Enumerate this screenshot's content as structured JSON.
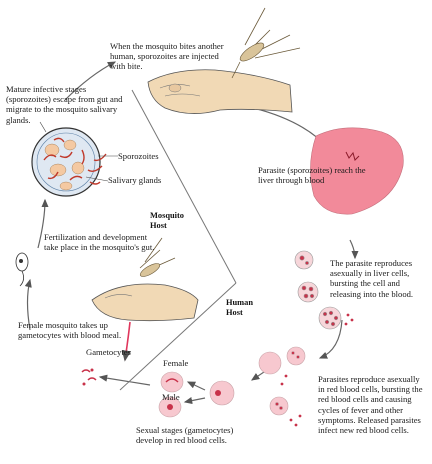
{
  "labels": {
    "bite": "When the mosquito bites another human, sporozoites are injected with bite.",
    "mature": "Mature infective stages (sporozoites) escape from gut and migrate to the mosquito salivary glands.",
    "sporozoites": "Sporozoites",
    "salivary": "Salivary glands",
    "liver": "Parasite (sporozoites) reach the liver through blood",
    "mosquito_host": "Mosquito Host",
    "human_host": "Human Host",
    "fertilization": "Fertilization and development take place in the mosquito's gut.",
    "liver_repro": "The parasite reproduces asexually in liver cells, bursting the cell and releasing into the blood.",
    "female_mosquito": "Female mosquito takes up gametocytes with blood meal.",
    "gametocytes": "Gametocytes",
    "female": "Female",
    "male": "Male",
    "rbc_repro": "Parasites reproduce asexually in red blood cells, bursting the red blood cells and causing cycles of fever and other symptoms. Released parasites infect new red blood cells.",
    "sexual": "Sexual stages (gametocytes) develop in red blood cells."
  },
  "colors": {
    "liver": "#f28a9a",
    "rbc": "#f7c8cf",
    "parasite": "#c8324a",
    "sporozoite": "#c0392b",
    "gland": "#f4c9a2",
    "cycle_line": "#666666",
    "skin": "#f1d9b5"
  }
}
